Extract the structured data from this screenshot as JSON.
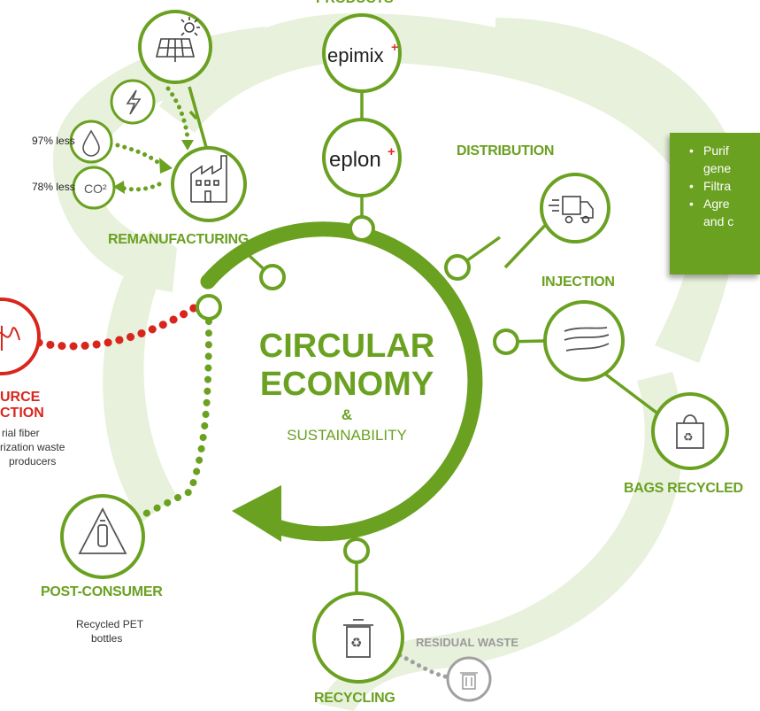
{
  "header_cut": "PRODUCTS",
  "center": {
    "line1": "CIRCULAR",
    "line2": "ECONOMY",
    "amp": "&",
    "line3": "SUSTAINABILITY"
  },
  "products": {
    "top": "epimix",
    "bottom": "eplon"
  },
  "stages": {
    "remanufacturing": "REMANUFACTURING",
    "distribution": "DISTRIBUTION",
    "injection": "INJECTION",
    "bags_recycled": "BAGS RECYCLED",
    "recycling": "RECYCLING",
    "residual_waste": "RESIDUAL WASTE",
    "post_consumer": "POST-CONSUMER",
    "post_consumer_desc": [
      "Recycled PET",
      "bottles"
    ]
  },
  "source": {
    "line1": "URCE",
    "line2": "CTION",
    "desc": [
      "rial fiber",
      "rization waste",
      "producers"
    ]
  },
  "savings": {
    "water": "97% less",
    "co2": "78% less"
  },
  "callout": {
    "items": [
      "Purif",
      "gene",
      "Filtra",
      "Agre",
      "and c"
    ]
  },
  "colors": {
    "green": "#6aa121",
    "light_green": "#e5efd7",
    "red": "#d9261c",
    "gray": "#a0a0a0"
  }
}
